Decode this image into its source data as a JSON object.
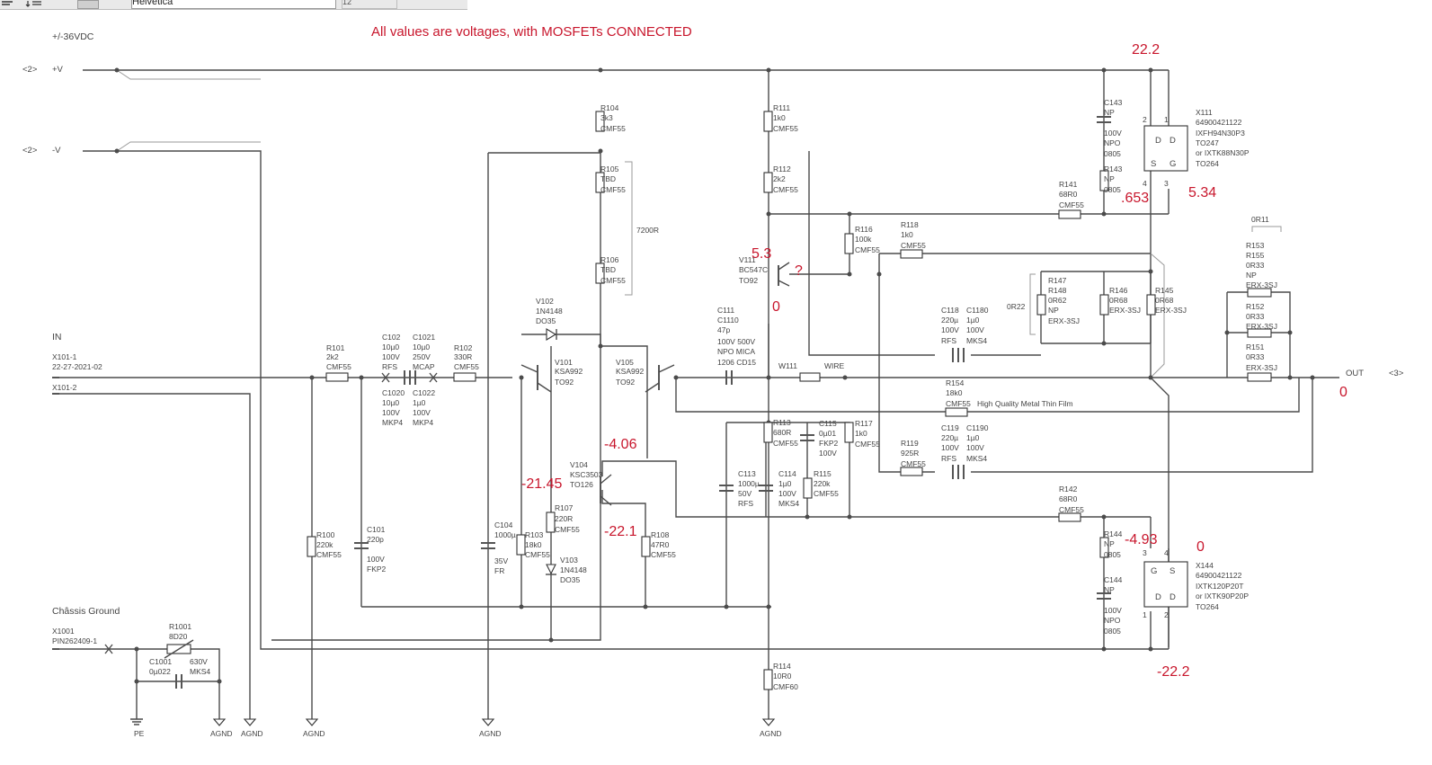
{
  "toolbar": {
    "font_name": "Helvetica",
    "font_size": "12"
  },
  "header": {
    "supply_label": "+/-36VDC",
    "notice": "All values are voltages, with MOSFETs CONNECTED"
  },
  "nets": {
    "pos_port": "<2>",
    "pos_label": "+V",
    "neg_port": "<2>",
    "neg_label": "-V",
    "in_label": "IN",
    "out_label": "OUT",
    "out_port": "<3>",
    "chassis_label": "Châssis Ground",
    "pe_label": "PE",
    "agnd_label": "AGND"
  },
  "components": {
    "x101_1": {
      "ref": "X101-1",
      "val": "22-27-2021-02"
    },
    "x101_2": {
      "ref": "X101-2"
    },
    "x1001": {
      "ref": "X1001",
      "val": "PIN262409-1"
    },
    "r1001": {
      "ref": "R1001",
      "val": "8D20"
    },
    "c1001": {
      "ref": "C1001",
      "val": "0µ022",
      "v": "630V",
      "t": "MKS4"
    },
    "r101": {
      "ref": "R101",
      "val": "2k2",
      "t": "CMF55"
    },
    "r100": {
      "ref": "R100",
      "val": "220k",
      "t": "CMF55"
    },
    "c101": {
      "ref": "C101",
      "val": "220p",
      "v": "100V",
      "t": "FKP2"
    },
    "c102": {
      "ref": "C102",
      "val": "10µ0",
      "v": "100V",
      "t": "RFS"
    },
    "c1021": {
      "ref": "C1021",
      "val": "10µ0",
      "v": "250V",
      "t": "MCAP"
    },
    "c1020": {
      "ref": "C1020",
      "val": "10µ0",
      "v": "100V",
      "t": "MKP4"
    },
    "c1022": {
      "ref": "C1022",
      "val": "1µ0",
      "v": "100V",
      "t": "MKP4"
    },
    "r102": {
      "ref": "R102",
      "val": "330R",
      "t": "CMF55"
    },
    "c104": {
      "ref": "C104",
      "val": "1000µ",
      "v": "35V",
      "t": "FR"
    },
    "r103": {
      "ref": "R103",
      "val": "18k0",
      "t": "CMF55"
    },
    "v101": {
      "ref": "V101",
      "val": "KSA992",
      "t": "TO92"
    },
    "v102": {
      "ref": "V102",
      "val": "1N4148",
      "t": "DO35"
    },
    "v103": {
      "ref": "V103",
      "val": "1N4148",
      "t": "DO35"
    },
    "v104": {
      "ref": "V104",
      "val": "KSC3503",
      "t": "TO126"
    },
    "v105": {
      "ref": "V105",
      "val": "KSA992",
      "t": "TO92"
    },
    "r104": {
      "ref": "R104",
      "val": "3k3",
      "t": "CMF55"
    },
    "r105": {
      "ref": "R105",
      "val": "TBD",
      "t": "CMF55"
    },
    "r106": {
      "ref": "R106",
      "val": "TBD",
      "t": "CMF55"
    },
    "r105_106_total": "7200R",
    "r107": {
      "ref": "R107",
      "val": "220R",
      "t": "CMF55"
    },
    "r108": {
      "ref": "R108",
      "val": "47R0",
      "t": "CMF55"
    },
    "c111": {
      "ref": "C111",
      "alt": "C1110",
      "val": "47p",
      "v": "100V 500V",
      "t": "NPO  MICA",
      "p": "1206 CD15"
    },
    "r111": {
      "ref": "R111",
      "val": "1k0",
      "t": "CMF55"
    },
    "r112": {
      "ref": "R112",
      "val": "2k2",
      "t": "CMF55"
    },
    "v111": {
      "ref": "V111",
      "val": "BC547C",
      "t": "TO92"
    },
    "w111": {
      "ref": "W111",
      "val": "WIRE"
    },
    "r113": {
      "ref": "R113",
      "val": "680R",
      "t": "CMF55"
    },
    "c113": {
      "ref": "C113",
      "val": "1000µ",
      "v": "50V",
      "t": "RFS"
    },
    "c114": {
      "ref": "C114",
      "val": "1µ0",
      "v": "100V",
      "t": "MKS4"
    },
    "c115": {
      "ref": "C115",
      "val": "0µ01",
      "v": "FKP2",
      "t": "100V"
    },
    "r114": {
      "ref": "R114",
      "val": "10R0",
      "t": "CMF60"
    },
    "r115": {
      "ref": "R115",
      "val": "220k",
      "t": "CMF55"
    },
    "r116": {
      "ref": "R116",
      "val": "100k",
      "t": "CMF55"
    },
    "r117": {
      "ref": "R117",
      "val": "1k0",
      "t": "CMF55"
    },
    "r118": {
      "ref": "R118",
      "val": "1k0",
      "t": "CMF55"
    },
    "r119": {
      "ref": "R119",
      "val": "925R",
      "t": "CMF55"
    },
    "c118": {
      "ref": "C118",
      "alt": "C1180",
      "val": "220µ",
      "val2": "1µ0",
      "v": "100V",
      "v2": "100V",
      "t": "RFS",
      "t2": "MKS4"
    },
    "c119": {
      "ref": "C119",
      "alt": "C1190",
      "val": "220µ",
      "val2": "1µ0",
      "v": "100V",
      "v2": "100V",
      "t": "RFS",
      "t2": "MKS4"
    },
    "r141": {
      "ref": "R141",
      "val": "68R0",
      "t": "CMF55"
    },
    "r142": {
      "ref": "R142",
      "val": "68R0",
      "t": "CMF55"
    },
    "c143": {
      "ref": "C143",
      "val": "NP",
      "v": "100V",
      "t": "NPO",
      "p": "0805"
    },
    "r143": {
      "ref": "R143",
      "val": "NP",
      "t": "0805"
    },
    "c144": {
      "ref": "C144",
      "val": "NP",
      "v": "100V",
      "t": "NPO",
      "p": "0805"
    },
    "r144": {
      "ref": "R144",
      "val": "NP",
      "t": "0805"
    },
    "r145": {
      "ref": "R145",
      "val": "0R68",
      "t": "ERX-3SJ"
    },
    "r146": {
      "ref": "R146",
      "val": "0R68",
      "t": "ERX-3SJ"
    },
    "r147": {
      "ref": "R147",
      "alt": "R148",
      "val": "0R62",
      "v": "NP",
      "t": "ERX-3SJ"
    },
    "r147_note": "0R22",
    "r151": {
      "ref": "R151",
      "val": "0R33",
      "t": "ERX-3SJ"
    },
    "r152": {
      "ref": "R152",
      "val": "0R33",
      "t": "ERX-3SJ"
    },
    "r153": {
      "ref": "R153",
      "alt": "R155",
      "val": "0R33",
      "v": "NP",
      "t": "ERX-3SJ"
    },
    "r15x_total": "0R11",
    "r154": {
      "ref": "R154",
      "val": "18k0",
      "t": "CMF55",
      "note": "High Quality Metal Thin Film"
    },
    "x111": {
      "ref": "X111",
      "val": "64900421122",
      "part": "IXFH94N30P3",
      "pkg": "TO247",
      "alt": "or IXTK88N30P",
      "pkg2": "TO264",
      "p1": "D",
      "p2": "D",
      "p3": "S",
      "p4": "G",
      "n1": "2",
      "n2": "1",
      "n3": "4",
      "n4": "3"
    },
    "x144": {
      "ref": "X144",
      "val": "64900421122",
      "part": "IXTK120P20T",
      "alt": "or IXTK90P20P",
      "pkg": "TO264",
      "p1": "G",
      "p2": "S",
      "p3": "D",
      "p4": "D",
      "n1": "3",
      "n2": "4",
      "n3": "1",
      "n4": "2"
    }
  },
  "measurements": {
    "pos_rail": "22.2",
    "neg_rail": "-22.2",
    "x111_source": ".653",
    "x111_gate": "5.34",
    "v111_collector": "5.3",
    "v111_base": "?",
    "v111_emitter": "0",
    "out": "0",
    "v104_collector": "-4.06",
    "v104_base": "-21.45",
    "v104_emitter": "-22.1",
    "x144_gate": "-4.93",
    "x144_source": "0"
  }
}
